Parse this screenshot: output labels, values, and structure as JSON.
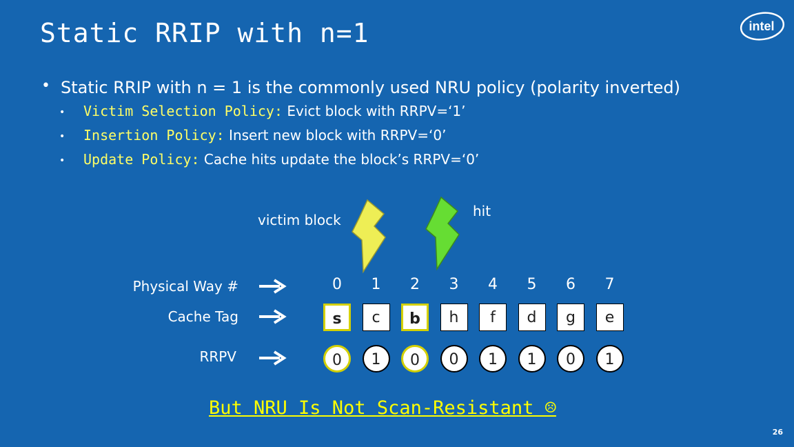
{
  "title": "Static RRIP with n=1",
  "main_bullet": "Static RRIP with n = 1 is the commonly used NRU policy (polarity inverted)",
  "sub_bullets": [
    {
      "keyword": "Victim Selection Policy:",
      "text": " Evict block with RRPV=‘1’"
    },
    {
      "keyword": "Insertion Policy:",
      "text": " Insert new block with RRPV=‘0’"
    },
    {
      "keyword": "Update Policy:",
      "text": " Cache hits update the block’s RRPV=‘0’"
    }
  ],
  "victim_label": "victim block",
  "hit_label": "hit",
  "row_labels": {
    "way": "Physical Way #",
    "tag": "Cache Tag",
    "rrpv": "RRPV"
  },
  "ways": [
    "0",
    "1",
    "2",
    "3",
    "4",
    "5",
    "6",
    "7"
  ],
  "tags": [
    "s",
    "c",
    "b",
    "h",
    "f",
    "d",
    "g",
    "e"
  ],
  "rrpv": [
    "0",
    "1",
    "0",
    "0",
    "1",
    "1",
    "0",
    "1"
  ],
  "highlighted_ways": [
    0,
    2
  ],
  "bottom_text": "But NRU Is Not Scan-Resistant ☹",
  "page_number": "26",
  "logo_text": "intel",
  "colors": {
    "background": "#1565b0",
    "keyword": "#ffff66",
    "victim_bolt": "#eeee55",
    "hit_bolt": "#66dd33",
    "bottom": "#ffff00"
  }
}
